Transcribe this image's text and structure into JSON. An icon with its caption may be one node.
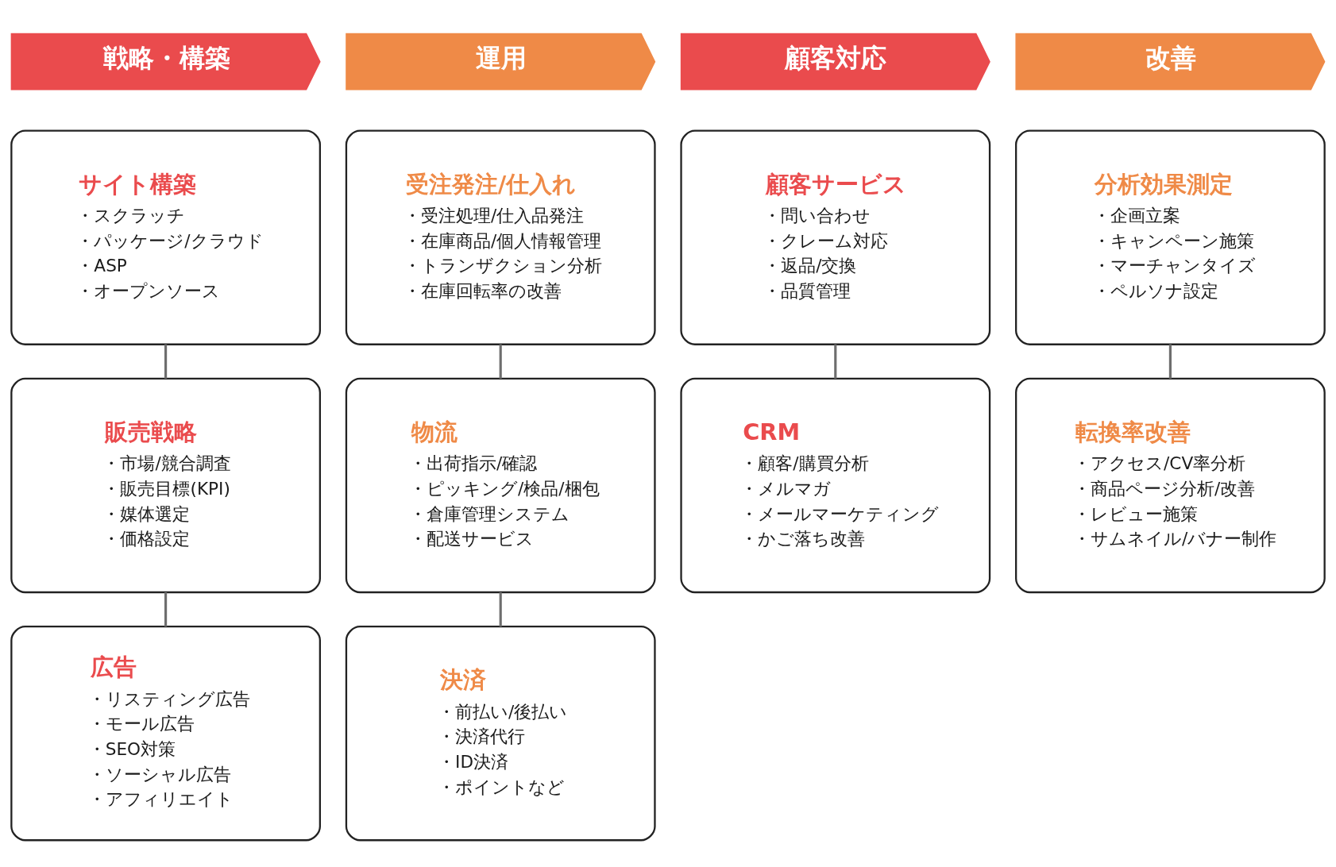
{
  "diagram": {
    "nodes": [
      {
        "text": [
          "戦略・構築"
        ]
      },
      {
        "text": [
          "運用"
        ]
      },
      {
        "text": [
          "顧客対応"
        ]
      },
      {
        "text": [
          "改善"
        ]
      },
      {
        "text": [
          "サイト構築",
          "・スクラッチ",
          "・パッケージ/クラウド",
          "・ASP",
          "・オープンソース"
        ]
      },
      {
        "text": [
          "受注発注/仕入れ",
          "・受注処理/仕入品発注",
          "・在庫商品/個人情報管理",
          "・トランザクション分析",
          "・在庫回転率の改善"
        ]
      },
      {
        "text": [
          "顧客サービス",
          "・問い合わせ",
          "・クレーム対応",
          "・返品/交換",
          "・品質管理"
        ]
      },
      {
        "text": [
          "分析効果測定",
          "・企画立案",
          "・キャンペーン施策",
          "・マーチャンタイズ",
          "・ペルソナ設定"
        ]
      },
      {
        "text": [
          "販売戦略",
          "・市場/競合調査",
          "・販売目標(KPI)",
          "・媒体選定",
          "・価格設定"
        ]
      },
      {
        "text": [
          "物流",
          "・出荷指示/確認",
          "・ピッキング/検品/梱包",
          "・倉庫管理システム",
          "・配送サービス"
        ]
      },
      {
        "text": [
          "CRM",
          "・顧客/購買分析",
          "・メルマガ",
          "・メールマーケティング",
          "・かご落ち改善"
        ]
      },
      {
        "text": [
          "転換率改善",
          "・アクセス/CV率分析",
          "・商品ページ分析/改善",
          "・レビュー施策",
          "・サムネイル/バナー制作"
        ]
      },
      {
        "text": [
          "広告",
          "・リスティング広告",
          "・モール広告",
          "・SEO対策",
          "・ソーシャル広告",
          "・アフィリエイト"
        ]
      },
      {
        "text": [
          "決済",
          "・前払い/後払い",
          "・決済代行",
          "・ID決済",
          "・ポイントなど"
        ]
      }
    ],
    "edges": [
      {
        "from": 4,
        "to": 8,
        "arrow": "none"
      },
      {
        "from": 8,
        "to": 12,
        "arrow": "none"
      },
      {
        "from": 5,
        "to": 9,
        "arrow": "none"
      },
      {
        "from": 9,
        "to": 13,
        "arrow": "none"
      },
      {
        "from": 6,
        "to": 10,
        "arrow": "none"
      },
      {
        "from": 7,
        "to": 11,
        "arrow": "none"
      }
    ]
  }
}
